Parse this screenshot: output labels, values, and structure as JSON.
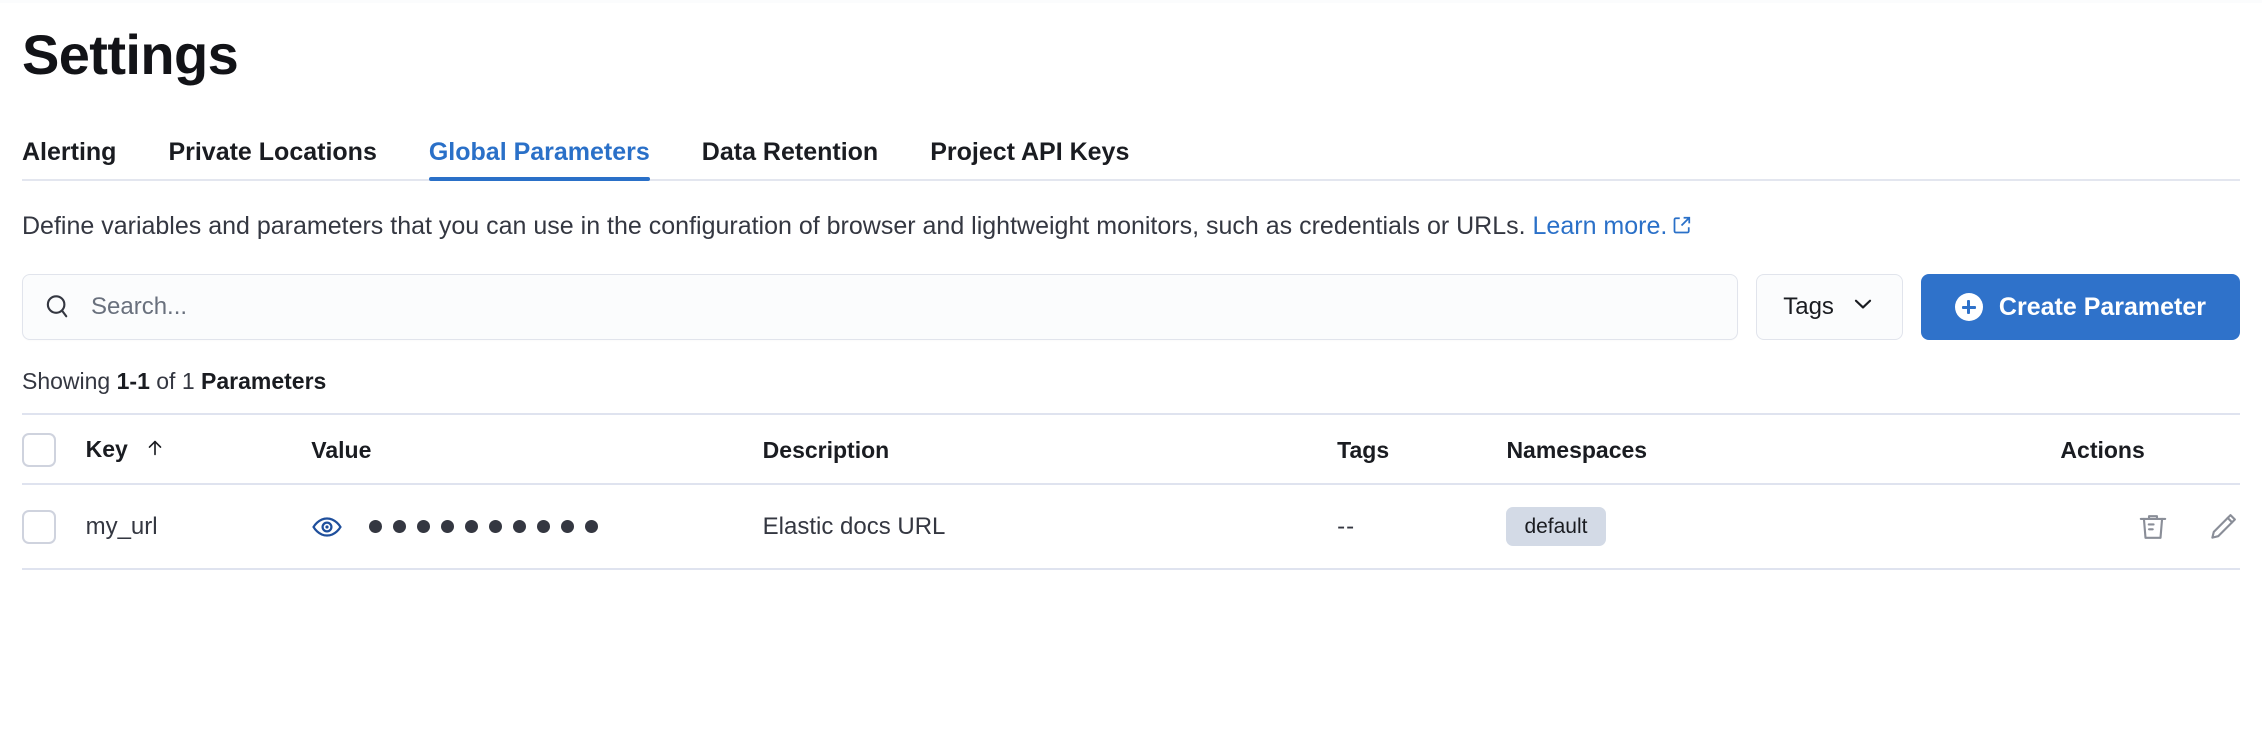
{
  "page": {
    "title": "Settings"
  },
  "tabs": [
    {
      "label": "Alerting",
      "active": false
    },
    {
      "label": "Private Locations",
      "active": false
    },
    {
      "label": "Global Parameters",
      "active": true
    },
    {
      "label": "Data Retention",
      "active": false
    },
    {
      "label": "Project API Keys",
      "active": false
    }
  ],
  "description": {
    "text": "Define variables and parameters that you can use in the configuration of browser and lightweight monitors, such as credentials or URLs.",
    "link_label": "Learn more.",
    "link_icon": "external-link-icon"
  },
  "controls": {
    "search": {
      "icon": "search-icon",
      "placeholder": "Search...",
      "value": ""
    },
    "tags_filter": {
      "label": "Tags",
      "icon": "chevron-down-icon"
    },
    "create_button": {
      "label": "Create Parameter",
      "icon": "plus-circle-icon"
    }
  },
  "results_summary": {
    "prefix": "Showing ",
    "range": "1-1",
    "middle": " of 1 ",
    "entity": "Parameters"
  },
  "table": {
    "columns": [
      {
        "key": "select",
        "label": ""
      },
      {
        "key": "key",
        "label": "Key",
        "sort": "asc",
        "sort_icon": "arrow-up-icon"
      },
      {
        "key": "value",
        "label": "Value"
      },
      {
        "key": "description",
        "label": "Description"
      },
      {
        "key": "tags",
        "label": "Tags"
      },
      {
        "key": "namespaces",
        "label": "Namespaces"
      },
      {
        "key": "actions",
        "label": "Actions"
      }
    ],
    "rows": [
      {
        "key": "my_url",
        "value_masked": true,
        "value_dots": 10,
        "value_toggle_icon": "eye-icon",
        "description": "Elastic docs URL",
        "tags": "--",
        "namespaces": [
          "default"
        ],
        "actions": [
          {
            "name": "delete-icon",
            "label": "Delete"
          },
          {
            "name": "edit-icon",
            "label": "Edit"
          }
        ]
      }
    ]
  },
  "colors": {
    "accent_blue": "#2a70c8",
    "primary_button": "#2f72ca",
    "badge_bg": "#d3dae6",
    "text_primary": "#1a1c21",
    "text_secondary": "#343741",
    "border": "#dfe3ef",
    "eye_icon": "#1f4f9c"
  }
}
